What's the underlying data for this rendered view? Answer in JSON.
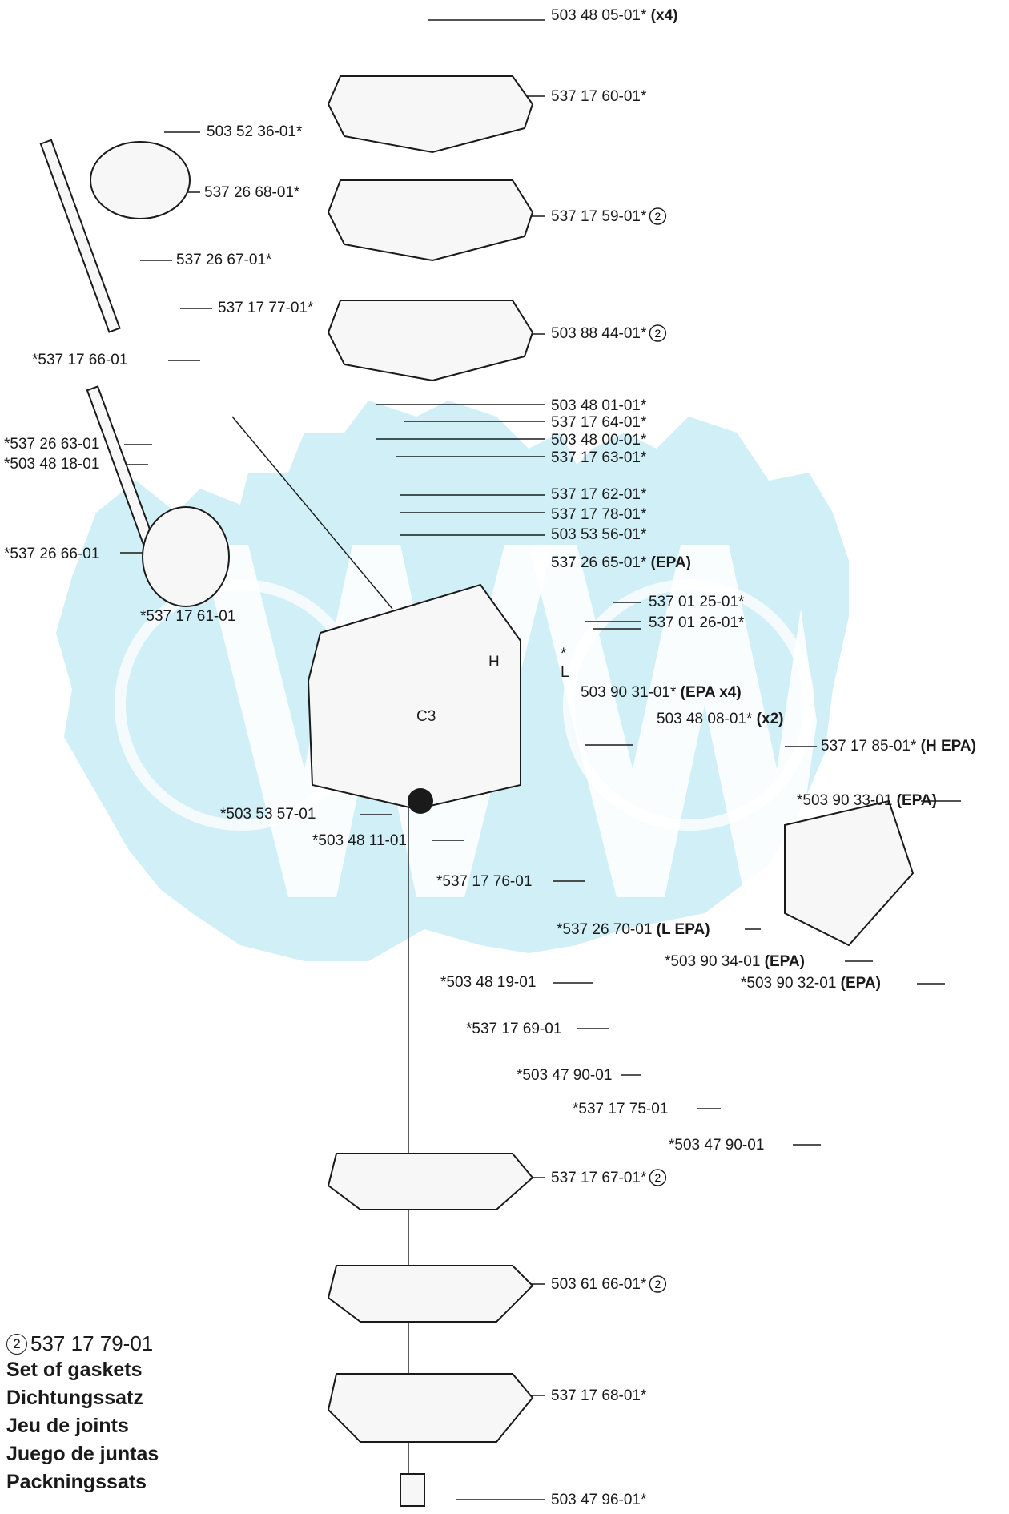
{
  "diagram": {
    "brand_color": "#8fd6e8",
    "labels": [
      {
        "id": "l01",
        "text": "503 48 05-01*",
        "suffix": "(x4)",
        "circle": ""
      },
      {
        "id": "l02",
        "text": "537 17 60-01*",
        "suffix": "",
        "circle": ""
      },
      {
        "id": "l03",
        "text": "503 52 36-01*",
        "suffix": "",
        "circle": ""
      },
      {
        "id": "l04",
        "text": "537 26 68-01*",
        "suffix": "",
        "circle": ""
      },
      {
        "id": "l05",
        "text": "537 17 59-01*",
        "suffix": "",
        "circle": "2"
      },
      {
        "id": "l06",
        "text": "537 26 67-01*",
        "suffix": "",
        "circle": ""
      },
      {
        "id": "l07",
        "text": "537 17 77-01*",
        "suffix": "",
        "circle": ""
      },
      {
        "id": "l08",
        "text": "503 88 44-01*",
        "suffix": "",
        "circle": "2"
      },
      {
        "id": "l09",
        "text": "*537 17 66-01",
        "suffix": "",
        "circle": ""
      },
      {
        "id": "l10",
        "text": "503 48 01-01*",
        "suffix": "",
        "circle": ""
      },
      {
        "id": "l11",
        "text": "537 17 64-01*",
        "suffix": "",
        "circle": ""
      },
      {
        "id": "l12",
        "text": "503 48 00-01*",
        "suffix": "",
        "circle": ""
      },
      {
        "id": "l13",
        "text": "537 17 63-01*",
        "suffix": "",
        "circle": ""
      },
      {
        "id": "l14",
        "text": "*537 26 63-01",
        "suffix": "",
        "circle": ""
      },
      {
        "id": "l15",
        "text": "*503 48 18-01",
        "suffix": "",
        "circle": ""
      },
      {
        "id": "l16",
        "text": "537 17 62-01*",
        "suffix": "",
        "circle": ""
      },
      {
        "id": "l17",
        "text": "537 17 78-01*",
        "suffix": "",
        "circle": ""
      },
      {
        "id": "l18",
        "text": "503 53 56-01*",
        "suffix": "",
        "circle": ""
      },
      {
        "id": "l19",
        "text": "*537 26 66-01",
        "suffix": "",
        "circle": ""
      },
      {
        "id": "l20",
        "text": "537 26 65-01*",
        "suffix": "(EPA)",
        "circle": ""
      },
      {
        "id": "l21",
        "text": "537 01 25-01*",
        "suffix": "",
        "circle": ""
      },
      {
        "id": "l22",
        "text": "*537 17 61-01",
        "suffix": "",
        "circle": ""
      },
      {
        "id": "l23",
        "text": "537 01 26-01*",
        "suffix": "",
        "circle": ""
      },
      {
        "id": "l24",
        "text": "*",
        "suffix": "",
        "circle": ""
      },
      {
        "id": "l25",
        "text": "503 90 31-01*",
        "suffix": "(EPA x4)",
        "circle": ""
      },
      {
        "id": "l26",
        "text": "503 48 08-01*",
        "suffix": "(x2)",
        "circle": ""
      },
      {
        "id": "l27",
        "text": "537 17 85-01*",
        "suffix": "(H EPA)",
        "circle": ""
      },
      {
        "id": "l28",
        "text": "*503 90 33-01",
        "suffix": "(EPA)",
        "circle": ""
      },
      {
        "id": "l29",
        "text": "*503 53 57-01",
        "suffix": "",
        "circle": ""
      },
      {
        "id": "l30",
        "text": "*503 48 11-01",
        "suffix": "",
        "circle": ""
      },
      {
        "id": "l31",
        "text": "*537 17 76-01",
        "suffix": "",
        "circle": ""
      },
      {
        "id": "l32",
        "text": "*537 26 70-01",
        "suffix": "(L EPA)",
        "circle": ""
      },
      {
        "id": "l33",
        "text": "*503 90 34-01",
        "suffix": "(EPA)",
        "circle": ""
      },
      {
        "id": "l34",
        "text": "*503 90 32-01",
        "suffix": "(EPA)",
        "circle": ""
      },
      {
        "id": "l35",
        "text": "*503 48 19-01",
        "suffix": "",
        "circle": ""
      },
      {
        "id": "l36",
        "text": "*537 17 69-01",
        "suffix": "",
        "circle": ""
      },
      {
        "id": "l37",
        "text": "*503 47 90-01",
        "suffix": "",
        "circle": ""
      },
      {
        "id": "l38",
        "text": "*537 17 75-01",
        "suffix": "",
        "circle": ""
      },
      {
        "id": "l39",
        "text": "*503 47 90-01",
        "suffix": "",
        "circle": ""
      },
      {
        "id": "l40",
        "text": "537 17 67-01*",
        "suffix": "",
        "circle": "2"
      },
      {
        "id": "l41",
        "text": "503 61 66-01*",
        "suffix": "",
        "circle": "2"
      },
      {
        "id": "l42",
        "text": "537 17 68-01*",
        "suffix": "",
        "circle": ""
      },
      {
        "id": "l43",
        "text": "503 47 96-01*",
        "suffix": "",
        "circle": ""
      }
    ],
    "gasket_set": {
      "circle": "2",
      "number": "537 17 79-01",
      "titles": [
        "Set of gaskets",
        "Dichtungssatz",
        "Jeu de joints",
        "Juego de juntas",
        "Packningssats"
      ]
    },
    "body_markings": [
      "L",
      "H",
      "C3"
    ]
  }
}
